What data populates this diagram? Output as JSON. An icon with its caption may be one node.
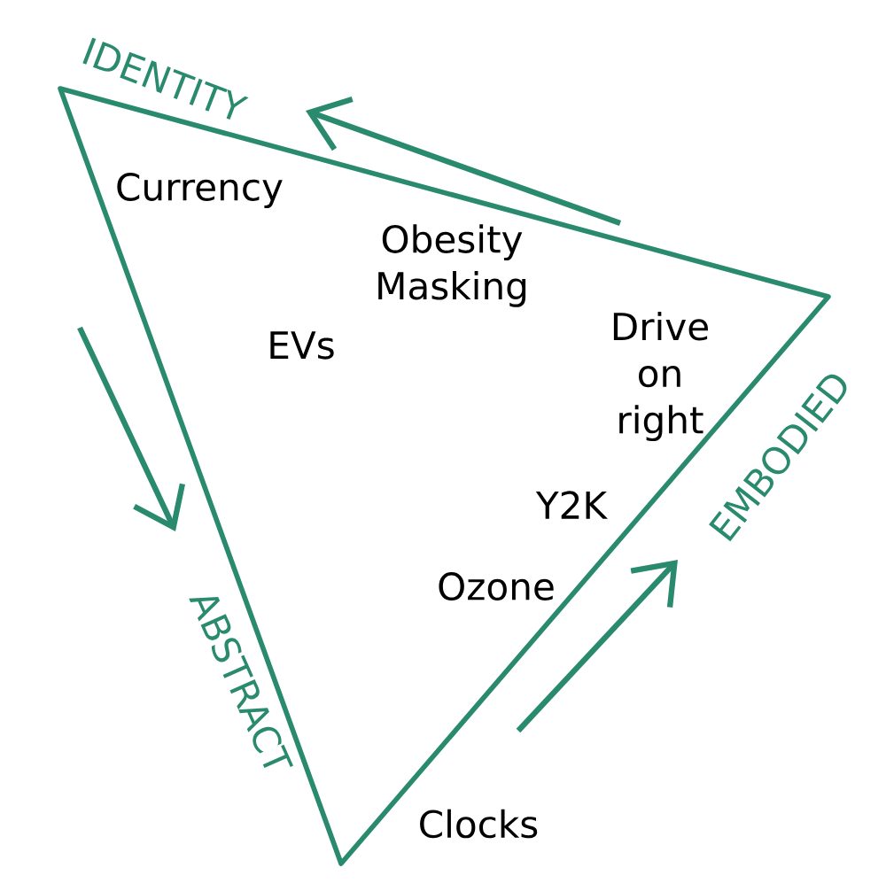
{
  "diagram": {
    "labels": [
      "IDENTITY",
      "Currency",
      "Obesity Masking",
      "EVs",
      "Drive on right",
      "EMBODIED",
      "Y2K",
      "Ozone",
      "ABSTRACT",
      "Clocks"
    ]
  }
}
